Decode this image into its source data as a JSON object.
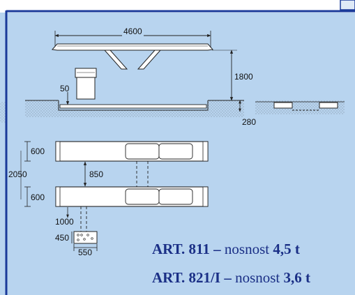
{
  "dimensions": {
    "length": "4600",
    "lift_height": "1800",
    "platform_offset": "50",
    "pit_depth": "280",
    "platform_width_top": "600",
    "overall_width": "2050",
    "gap": "850",
    "platform_width_bottom": "600",
    "console_distance": "1000",
    "console_depth": "450",
    "console_width": "550"
  },
  "captions": [
    {
      "art": "ART. 811",
      "dash": "–",
      "label": "nosnost",
      "capacity": "4,5 t"
    },
    {
      "art": "ART. 821/I",
      "dash": "–",
      "label": "nosnost",
      "capacity": "3,6 t"
    }
  ],
  "colors": {
    "background": "#b8d4ef",
    "caption": "#1a2f86",
    "border": "#1a3a9a"
  }
}
